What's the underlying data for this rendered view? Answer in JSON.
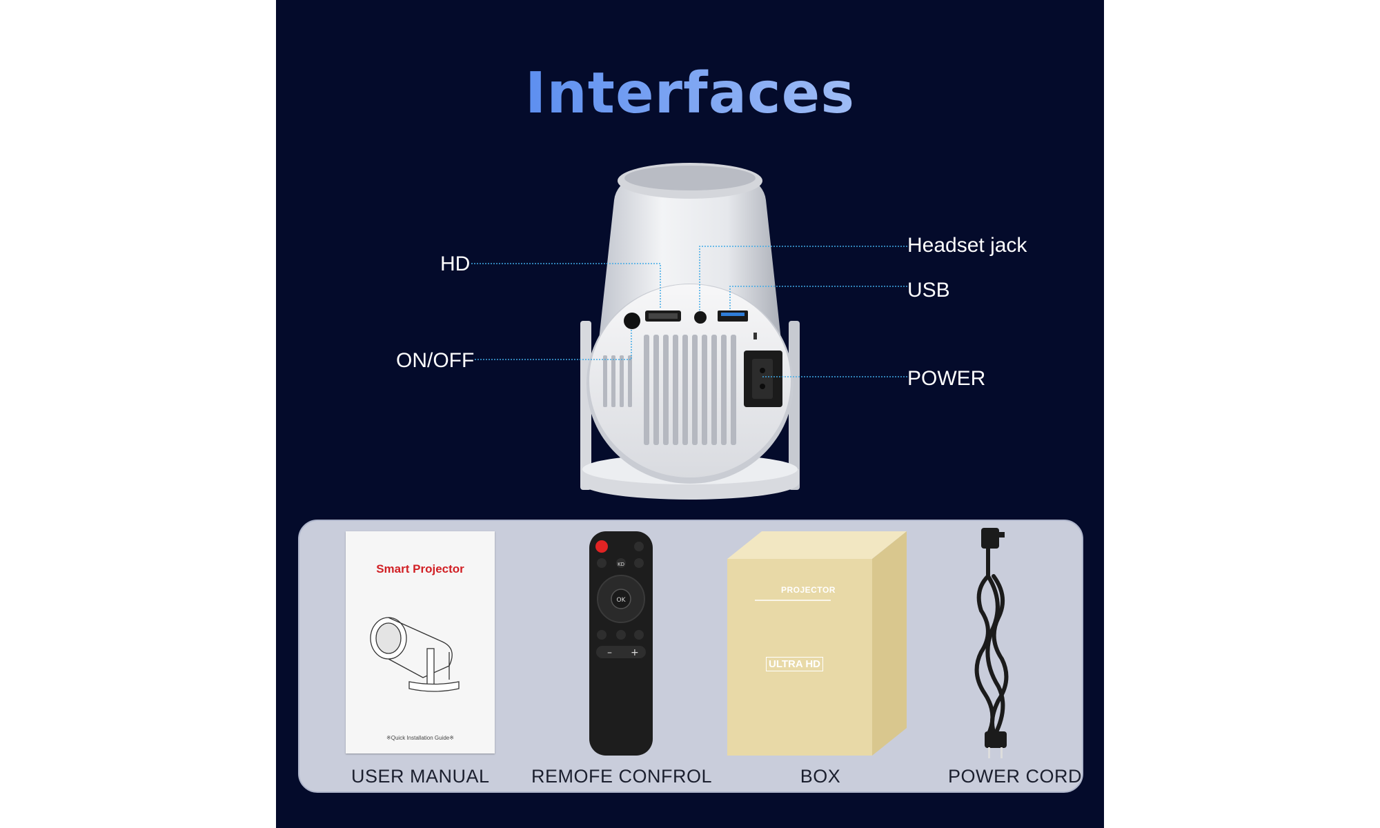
{
  "title": "Interfaces",
  "callouts": {
    "hd": "HD",
    "on_off": "ON/OFF",
    "headset_jack": "Headset jack",
    "usb": "USB",
    "power": "POWER"
  },
  "accessories": [
    {
      "label": "USER MANUAL"
    },
    {
      "label": "REMOFE CONFROL"
    },
    {
      "label": "BOX"
    },
    {
      "label": "POWER CORD"
    }
  ],
  "manual": {
    "title": "Smart Projector",
    "footer": "※Quick Installation Guide※"
  },
  "box": {
    "brand": "PROJECTOR",
    "badge": "ULTRA HD"
  },
  "remote": {
    "ok": "OK",
    "kd": "KD"
  },
  "colors": {
    "panel_bg": "#040b2b",
    "title": "#6f9df0",
    "leader_line": "#3fa9e6",
    "tray_bg": "#c9cddb",
    "manual_title": "#d11f24"
  }
}
